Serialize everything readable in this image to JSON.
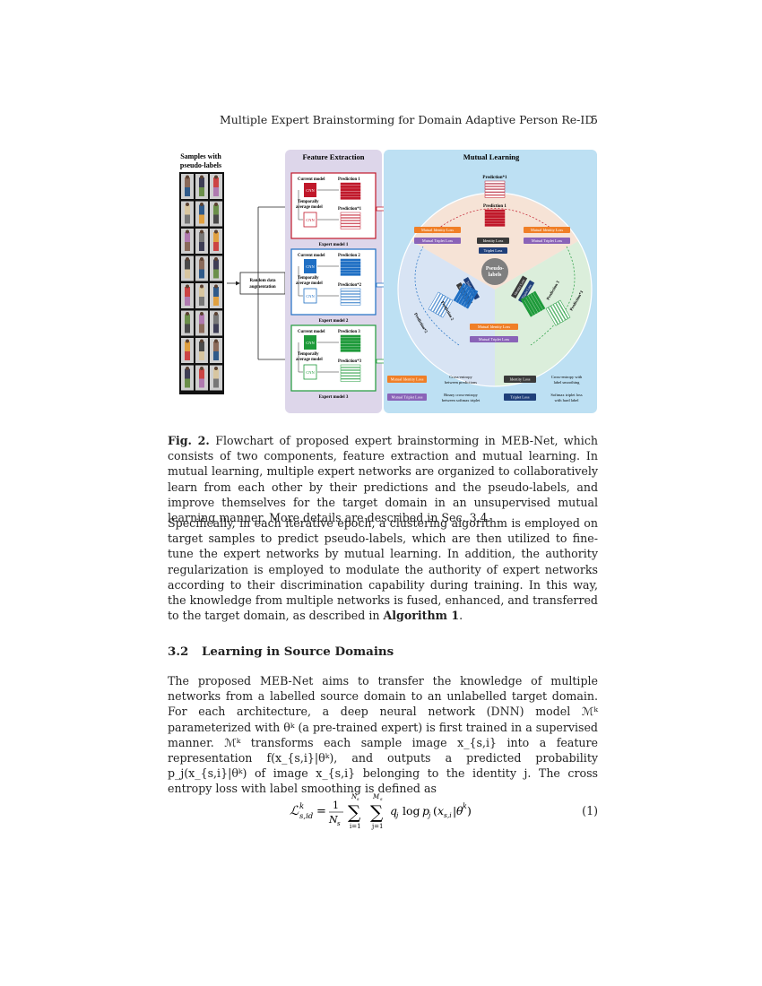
{
  "header": {
    "running_title": "Multiple Expert Brainstorming for Domain Adaptive Person Re-ID",
    "page_number": "5"
  },
  "figure": {
    "samples_title": "Samples with pseudo-labels",
    "samples_title_1": "Samples with",
    "samples_title_2": "pseudo-labels",
    "random_aug": "Random data augmentation",
    "random_aug_1": "Random data",
    "random_aug_2": "augmentation",
    "feature_extraction_title": "Feature Extraction",
    "mutual_learning_title": "Mutual Learning",
    "current_model": "Current model",
    "temporally_average_model_1": "Temporally",
    "temporally_average_model_2": "average model",
    "cnn": "CNN",
    "experts": [
      {
        "name": "Expert model 1",
        "pred": "Prediction 1",
        "pred_star": "Prediction*1",
        "color": "#c0182a"
      },
      {
        "name": "Expert model 2",
        "pred": "Prediction 2",
        "pred_star": "Prediction*2",
        "color": "#1f6fc4"
      },
      {
        "name": "Expert model 3",
        "pred": "Prediction 3",
        "pred_star": "Prediction*3",
        "color": "#1e9a3a"
      }
    ],
    "pseudo_labels": "Pseudo-labels",
    "pseudo_labels_1": "Pseudo-",
    "pseudo_labels_2": "labels",
    "losses": {
      "mutual_identity": "Mutual Identity Loss",
      "mutual_triplet": "Mutual Triplet Loss",
      "identity": "Identity Loss",
      "triplet": "Triplet Loss"
    },
    "legend": {
      "mutual_identity_desc_1": "Cross-entropy",
      "mutual_identity_desc_2": "between predictions",
      "mutual_triplet_desc_1": "Binary cross-entropy",
      "mutual_triplet_desc_2": "between softmax triplet",
      "identity_desc_1": "Cross-entropy with",
      "identity_desc_2": "label smoothing",
      "triplet_desc_1": "Softmax triplet loss",
      "triplet_desc_2": "with hard label"
    },
    "colors": {
      "feature_panel": "#ddd6ea",
      "mutual_panel": "#bde0f3",
      "mutual_identity": "#f07f27",
      "mutual_triplet": "#8a63b8",
      "identity": "#3a3a3a",
      "triplet": "#1f3f7a",
      "pseudo_circle": "#7f7f7f"
    }
  },
  "caption": {
    "label": "Fig. 2.",
    "text": " Flowchart of proposed expert brainstorming in MEB-Net, which consists of two components, feature extraction and mutual learning. In mutual learning, multiple expert networks are organized to collaboratively learn from each other by their predictions and the pseudo-labels, and improve themselves for the target domain in an unsupervised mutual learning manner. More details are described in Sec. 3.4."
  },
  "paragraph1": {
    "text": "Specifically, in each iterative epoch, a clustering algorithm is employed on target samples to predict pseudo-labels, which are then utilized to fine-tune the expert networks by mutual learning. In addition, the authority regularization is employed to modulate the authority of expert networks according to their discrimination capability during training. In this way, the knowledge from multiple networks is fused, enhanced, and transferred to the target domain, as described in ",
    "bold": "Algorithm 1",
    "end": "."
  },
  "section": {
    "number": "3.2",
    "title": "Learning in Source Domains"
  },
  "paragraph2": {
    "text": "The proposed MEB-Net aims to transfer the knowledge of multiple networks from a labelled source domain to an unlabelled target domain. For each architecture, a deep neural network (DNN) model ℳᵏ parameterized with θᵏ (a pre-trained expert) is first trained in a supervised manner. ℳᵏ transforms each sample image x_{s,i} into a feature representation f(x_{s,i}|θᵏ), and outputs a predicted probability p_j(x_{s,i}|θᵏ) of image x_{s,i} belonging to the identity j. The cross entropy loss with label smoothing is defined as"
  },
  "equation": {
    "lhs": "ℒᵏ_{s,id}",
    "rhs": "= (1/N_s) Σ_{i=1}^{N_s} Σ_{j=1}^{M_s} q_j log p_j(x_{s,i}|θᵏ)",
    "number": "(1)"
  }
}
